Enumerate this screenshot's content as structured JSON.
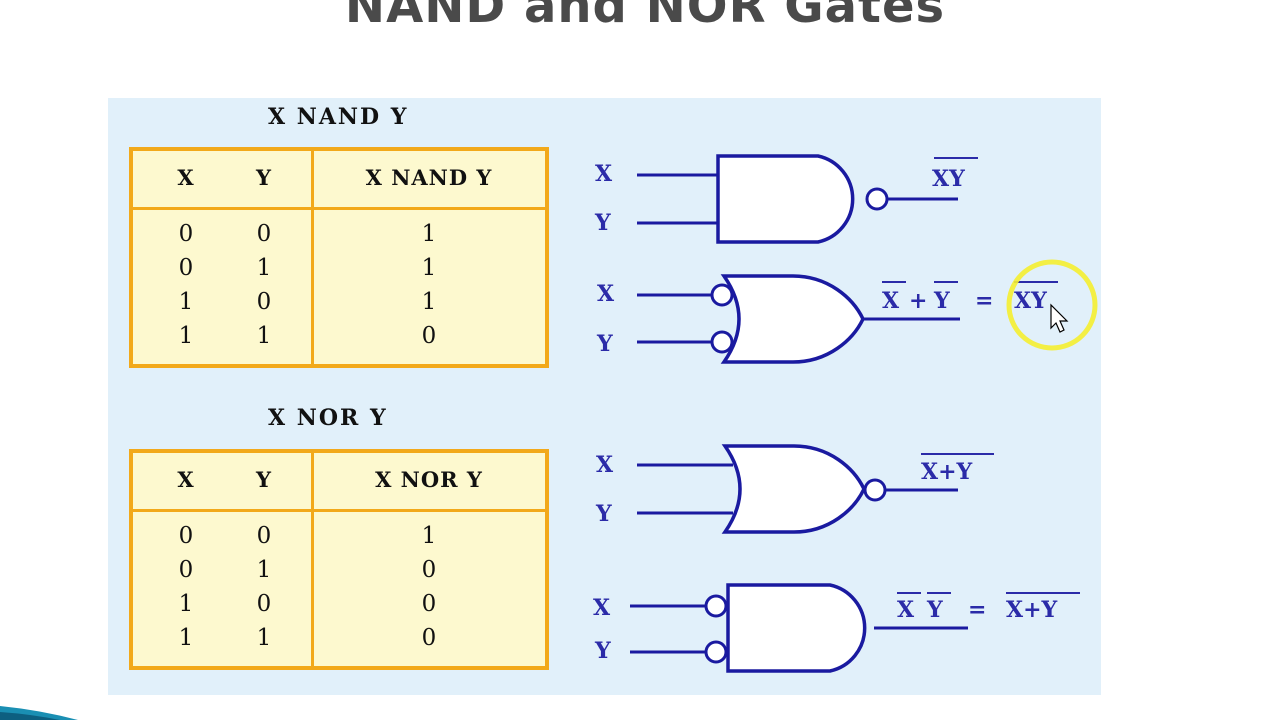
{
  "slide": {
    "title": "NAND and NOR Gates"
  },
  "nand_table": {
    "caption": "X NAND Y",
    "headers": [
      "X",
      "Y",
      "X NAND Y"
    ],
    "rows": [
      [
        "0",
        "0",
        "1"
      ],
      [
        "0",
        "1",
        "1"
      ],
      [
        "1",
        "0",
        "1"
      ],
      [
        "1",
        "1",
        "0"
      ]
    ]
  },
  "nor_table": {
    "caption": "X NOR Y",
    "headers": [
      "X",
      "Y",
      "X NOR Y"
    ],
    "rows": [
      [
        "0",
        "0",
        "1"
      ],
      [
        "0",
        "1",
        "0"
      ],
      [
        "1",
        "0",
        "0"
      ],
      [
        "1",
        "1",
        "0"
      ]
    ]
  },
  "diagrams": {
    "nand_gate": {
      "input_a": "X",
      "input_b": "Y",
      "output": "XY"
    },
    "nand_equiv": {
      "input_a": "X",
      "input_b": "Y",
      "lhs_a": "X",
      "plus": "+",
      "lhs_b": "Y",
      "equals": "=",
      "rhs": "XY"
    },
    "nor_gate": {
      "input_a": "X",
      "input_b": "Y",
      "output": "X+Y"
    },
    "nor_equiv": {
      "input_a": "X",
      "input_b": "Y",
      "lhs_a": "X",
      "lhs_b": "Y",
      "equals": "=",
      "rhs": "X+Y"
    }
  },
  "colors": {
    "panel_bg": "#e1f0fa",
    "table_border": "#f2a91a",
    "table_bg": "#fdf9cf",
    "gate_stroke": "#1a1aa0",
    "highlight": "#f5ee30"
  },
  "icons": {
    "cursor": "mouse-pointer-icon"
  }
}
